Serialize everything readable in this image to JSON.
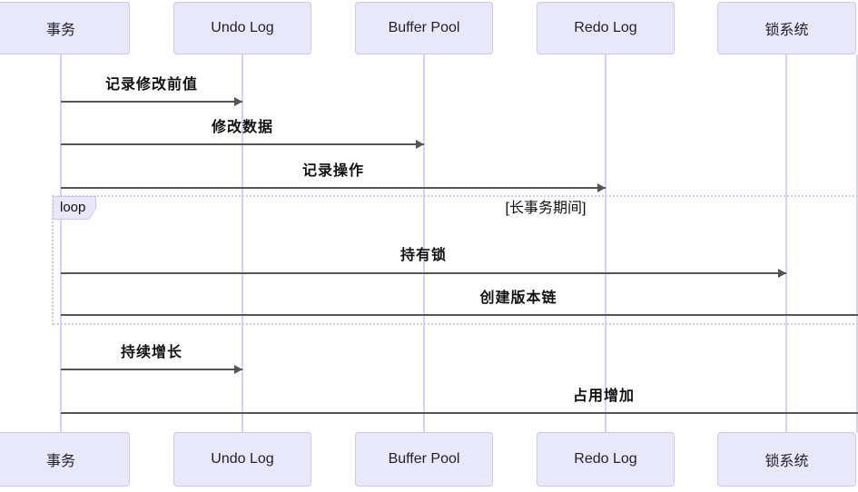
{
  "diagram": {
    "type": "sequence-diagram",
    "participants": [
      {
        "id": "transaction",
        "label": "事务"
      },
      {
        "id": "undo-log",
        "label": "Undo Log"
      },
      {
        "id": "buffer-pool",
        "label": "Buffer Pool"
      },
      {
        "id": "redo-log",
        "label": "Redo Log"
      },
      {
        "id": "lock-system",
        "label": "锁系统"
      }
    ],
    "messages": [
      {
        "from": "事务",
        "to": "Undo Log",
        "label": "记录修改前值",
        "arrow_visible": true
      },
      {
        "from": "事务",
        "to": "Buffer Pool",
        "label": "修改数据",
        "arrow_visible": true
      },
      {
        "from": "事务",
        "to": "Redo Log",
        "label": "记录操作",
        "arrow_visible": true
      },
      {
        "from": "事务",
        "to": "锁系统",
        "label": "持有锁",
        "arrow_visible": true,
        "inside_loop": true
      },
      {
        "from": "事务",
        "to": null,
        "label": "创建版本链",
        "arrow_visible": false,
        "cut_off_at_right_edge": true,
        "inside_loop": true
      },
      {
        "from": "事务",
        "to": "Undo Log",
        "label": "持续增长",
        "arrow_visible": true
      },
      {
        "from": "事务",
        "to": null,
        "label": "占用增加",
        "arrow_visible": false,
        "cut_off_at_right_edge": true
      }
    ],
    "loop": {
      "keyword": "loop",
      "condition": "[长事务期间]"
    },
    "colors": {
      "background": "#ffffff",
      "actor_fill": "#e9e7fa",
      "actor_border": "#cdc7ec",
      "lifeline": "#d8d2f0",
      "message_line": "#555555",
      "text": "#111111"
    }
  }
}
